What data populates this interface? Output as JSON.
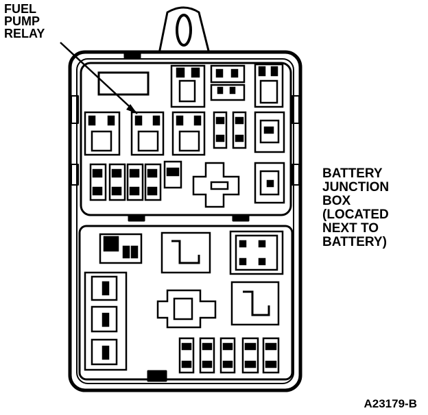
{
  "callouts": {
    "fuel_pump_relay": [
      "FUEL",
      "PUMP",
      "RELAY"
    ],
    "battery_junction_box": [
      "BATTERY",
      "JUNCTION",
      "BOX",
      "(LOCATED",
      "NEXT TO",
      "BATTERY)"
    ]
  },
  "figure_code": "A23179-B",
  "colors": {
    "ink": "#000000",
    "paper": "#ffffff"
  }
}
